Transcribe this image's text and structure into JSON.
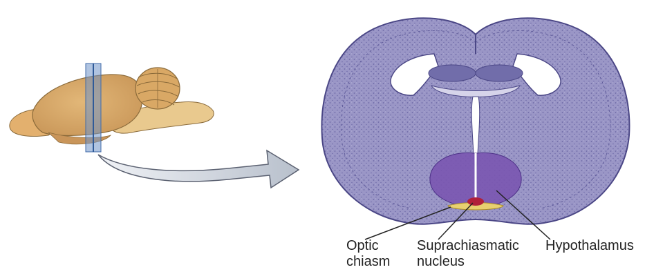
{
  "labels": {
    "optic_chiasm": "Optic\nchiasm",
    "suprachiasmatic_nucleus": "Suprachiasmatic\nnucleus",
    "hypothalamus": "Hypothalamus"
  },
  "colors": {
    "brain_tan": "#d8a866",
    "section_purple": "#8a86bb",
    "hypothalamus_violet": "#7a55b0",
    "scn_red": "#b0203a",
    "chiasm_yellow": "#e8d070",
    "slice_plane_blue": "#6f93c8",
    "arrow_gray": "#c6ccd6"
  }
}
